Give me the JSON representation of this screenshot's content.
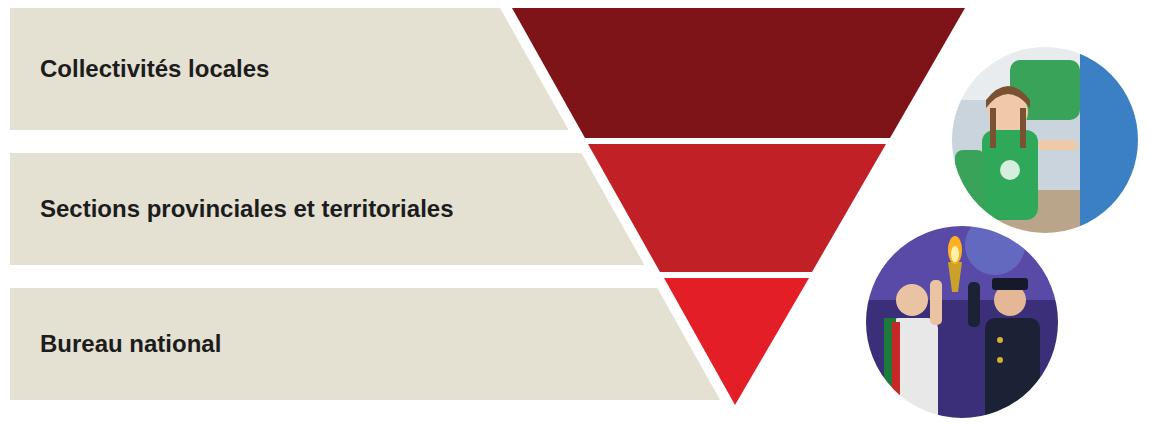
{
  "diagram": {
    "nodes": [
      {
        "text": [
          "Collectivités locales"
        ]
      },
      {
        "text": [
          "Sections provinciales et territoriales"
        ]
      },
      {
        "text": [
          "Bureau national"
        ]
      }
    ]
  }
}
